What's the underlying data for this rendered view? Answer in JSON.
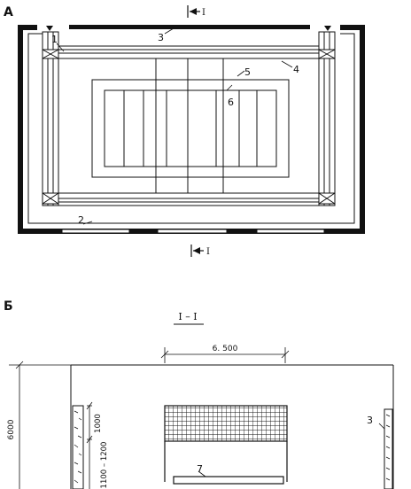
{
  "panel_a": {
    "letter": "А",
    "section_mark": "I",
    "callouts": {
      "c1": "1",
      "c2": "2",
      "c3": "3",
      "c4": "4",
      "c5": "5",
      "c6": "6"
    }
  },
  "panel_b": {
    "letter": "Б",
    "section_title": "I – I",
    "dim_width": "6. 500",
    "dim_height_total": "6000",
    "dim_net_height": "1000",
    "dim_bottom_range": "1100 – 1200",
    "callouts": {
      "c3": "3",
      "c7": "7"
    }
  }
}
